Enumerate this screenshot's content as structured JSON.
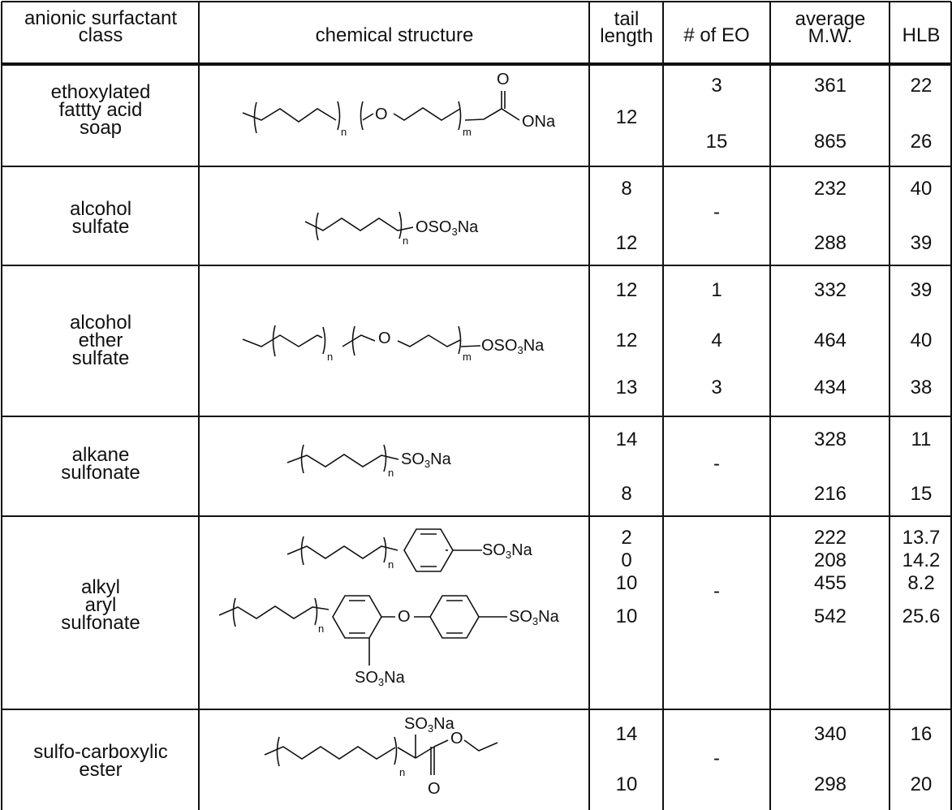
{
  "headers": {
    "class": [
      "anionic surfactant",
      "class"
    ],
    "structure": "chemical structure",
    "tail": [
      "tail",
      "length"
    ],
    "eo": "# of EO",
    "mw": [
      "average",
      "M.W."
    ],
    "hlb": "HLB"
  },
  "rows": [
    {
      "class_lines": [
        "ethoxylated",
        "fattty acid",
        "soap"
      ],
      "tail": [
        "12"
      ],
      "eo": [
        "3",
        "15"
      ],
      "mw": [
        "361",
        "865"
      ],
      "hlb": [
        "22",
        "26"
      ],
      "structure_labels": {
        "n": "n",
        "m": "m",
        "o": "O",
        "o2": "O",
        "end": "ONa"
      }
    },
    {
      "class_lines": [
        "alcohol",
        "sulfate"
      ],
      "tail": [
        "8",
        "12"
      ],
      "eo": [
        "-"
      ],
      "mw": [
        "232",
        "288"
      ],
      "hlb": [
        "40",
        "39"
      ],
      "structure_labels": {
        "n": "n",
        "end": "OSO",
        "sub": "3",
        "end2": "Na"
      }
    },
    {
      "class_lines": [
        "alcohol",
        "ether",
        "sulfate"
      ],
      "tail": [
        "12",
        "12",
        "13"
      ],
      "eo": [
        "1",
        "4",
        "3"
      ],
      "mw": [
        "332",
        "464",
        "434"
      ],
      "hlb": [
        "39",
        "40",
        "38"
      ],
      "structure_labels": {
        "n": "n",
        "m": "m",
        "o": "O",
        "end": "OSO",
        "sub": "3",
        "end2": "Na"
      }
    },
    {
      "class_lines": [
        "alkane",
        "sulfonate"
      ],
      "tail": [
        "14",
        "8"
      ],
      "eo": [
        "-"
      ],
      "mw": [
        "328",
        "216"
      ],
      "hlb": [
        "11",
        "15"
      ],
      "structure_labels": {
        "n": "n",
        "end": "SO",
        "sub": "3",
        "end2": "Na"
      }
    },
    {
      "class_lines": [
        "alkyl",
        "aryl",
        "sulfonate"
      ],
      "tail": [
        "2",
        "0",
        "10",
        "10"
      ],
      "eo": [
        "-"
      ],
      "mw": [
        "222",
        "208",
        "455",
        "542"
      ],
      "hlb": [
        "13.7",
        "14.2",
        "8.2",
        "25.6"
      ],
      "structure_labels": {
        "n": "n",
        "n2": "n",
        "o": "O",
        "end": "SO",
        "sub": "3",
        "end2": "Na"
      }
    },
    {
      "class_lines": [
        "sulfo-carboxylic",
        "ester"
      ],
      "tail": [
        "14",
        "10"
      ],
      "eo": [
        "-"
      ],
      "mw": [
        "340",
        "298"
      ],
      "hlb": [
        "16",
        "20"
      ],
      "structure_labels": {
        "n": "n",
        "o": "O",
        "o2": "O",
        "end": "SO",
        "sub": "3",
        "end2": "Na"
      }
    }
  ]
}
